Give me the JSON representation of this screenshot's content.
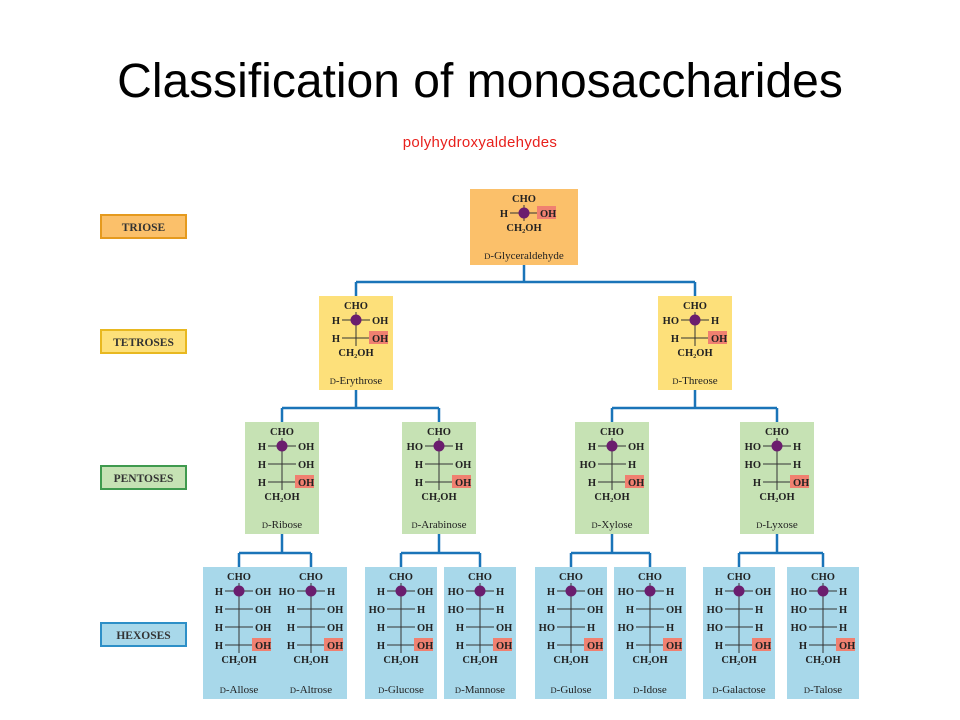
{
  "title": "Classification of monosaccharides",
  "subtitle": "polyhydroxyaldehydes",
  "colors": {
    "triose": "#fbc06a",
    "tetrose": "#fde07a",
    "pentose": "#c6e2b4",
    "hexose": "#a8d8ea",
    "connector": "#1a74b8",
    "chiral_dot": "#6b1d6e",
    "oh_highlight": "#f08070"
  },
  "levels": [
    {
      "key": "triose",
      "label": "TRIOSE"
    },
    {
      "key": "tetrose",
      "label": "TETROSES"
    },
    {
      "key": "pentose",
      "label": "PENTOSES"
    },
    {
      "key": "hexose",
      "label": "HEXOSES"
    }
  ],
  "formula": {
    "top": "CHO",
    "bottom": "CH₂OH",
    "left_h": "H",
    "left_oh": "HO",
    "right_h": "H",
    "right_oh": "OH"
  },
  "sugars": [
    {
      "id": "glyceraldehyde",
      "level": "triose",
      "prefix": "D",
      "name": "-Glyceraldehyde",
      "config": "R"
    },
    {
      "id": "erythrose",
      "level": "tetrose",
      "prefix": "D",
      "name": "-Erythrose",
      "config": "RR"
    },
    {
      "id": "threose",
      "level": "tetrose",
      "prefix": "D",
      "name": "-Threose",
      "config": "LR"
    },
    {
      "id": "ribose",
      "level": "pentose",
      "prefix": "D",
      "name": "-Ribose",
      "config": "RRR"
    },
    {
      "id": "arabinose",
      "level": "pentose",
      "prefix": "D",
      "name": "-Arabinose",
      "config": "LRR"
    },
    {
      "id": "xylose",
      "level": "pentose",
      "prefix": "D",
      "name": "-Xylose",
      "config": "RLR"
    },
    {
      "id": "lyxose",
      "level": "pentose",
      "prefix": "D",
      "name": "-Lyxose",
      "config": "LLR"
    },
    {
      "id": "allose",
      "level": "hexose",
      "prefix": "D",
      "name": "-Allose",
      "config": "RRRR"
    },
    {
      "id": "altrose",
      "level": "hexose",
      "prefix": "D",
      "name": "-Altrose",
      "config": "LRRR"
    },
    {
      "id": "glucose",
      "level": "hexose",
      "prefix": "D",
      "name": "-Glucose",
      "config": "RLRR"
    },
    {
      "id": "mannose",
      "level": "hexose",
      "prefix": "D",
      "name": "-Mannose",
      "config": "LLRR"
    },
    {
      "id": "gulose",
      "level": "hexose",
      "prefix": "D",
      "name": "-Gulose",
      "config": "RRLR"
    },
    {
      "id": "idose",
      "level": "hexose",
      "prefix": "D",
      "name": "-Idose",
      "config": "LRLR"
    },
    {
      "id": "galactose",
      "level": "hexose",
      "prefix": "D",
      "name": "-Galactose",
      "config": "RLLR"
    },
    {
      "id": "talose",
      "level": "hexose",
      "prefix": "D",
      "name": "-Talose",
      "config": "LLLR"
    }
  ],
  "tree": [
    {
      "parent": "glyceraldehyde",
      "children": [
        "erythrose",
        "threose"
      ]
    },
    {
      "parent": "erythrose",
      "children": [
        "ribose",
        "arabinose"
      ]
    },
    {
      "parent": "threose",
      "children": [
        "xylose",
        "lyxose"
      ]
    },
    {
      "parent": "ribose",
      "children": [
        "allose",
        "altrose"
      ]
    },
    {
      "parent": "arabinose",
      "children": [
        "glucose",
        "mannose"
      ]
    },
    {
      "parent": "xylose",
      "children": [
        "gulose",
        "idose"
      ]
    },
    {
      "parent": "lyxose",
      "children": [
        "galactose",
        "talose"
      ]
    }
  ]
}
